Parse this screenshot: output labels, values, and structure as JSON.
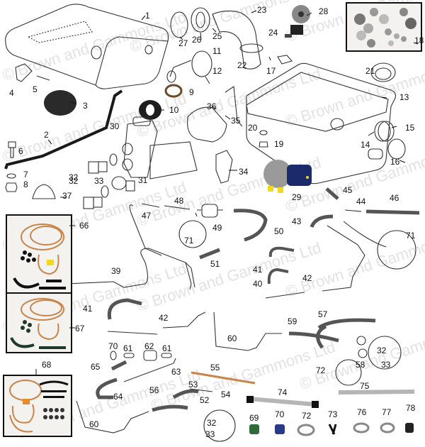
{
  "diagram": {
    "title": "Fuel tank, fuel pump and fuel lines exploded parts diagram",
    "watermark_text": "© Brown and Gammons Ltd",
    "colors": {
      "line_art": "#333333",
      "copper_pipe": "#c8844a",
      "pump_body_blue": "#1b2a6b",
      "pump_yellow": "#f2d91c",
      "hose_black": "#1a1a1a",
      "clip_green": "#2f6a3a",
      "clip_blue": "#2a3a8a",
      "watermark": "#969696"
    },
    "callouts": [
      {
        "id": "1",
        "part": "Fuel tank"
      },
      {
        "id": "2",
        "part": "Tank strap"
      },
      {
        "id": "3",
        "part": "Tank pad"
      },
      {
        "id": "4",
        "part": "Bracket"
      },
      {
        "id": "5",
        "part": "Pin"
      },
      {
        "id": "6",
        "part": "Bolt"
      },
      {
        "id": "7",
        "part": "Washer"
      },
      {
        "id": "8",
        "part": "Nut"
      },
      {
        "id": "9",
        "part": "Sealing ring"
      },
      {
        "id": "10",
        "part": "Locking ring"
      },
      {
        "id": "11",
        "part": "Tank sender unit"
      },
      {
        "id": "12",
        "part": "Screw"
      },
      {
        "id": "13",
        "part": "Fuel tank"
      },
      {
        "id": "14",
        "part": "Seal"
      },
      {
        "id": "15",
        "part": "Locking ring"
      },
      {
        "id": "16",
        "part": "Sender unit"
      },
      {
        "id": "17",
        "part": "Clip"
      },
      {
        "id": "18",
        "part": "Fixing kit"
      },
      {
        "id": "19",
        "part": "Drain plug"
      },
      {
        "id": "20",
        "part": "Washer"
      },
      {
        "id": "21",
        "part": "Grommet"
      },
      {
        "id": "22",
        "part": "Filler hose"
      },
      {
        "id": "23",
        "part": "Filler neck"
      },
      {
        "id": "24",
        "part": "Hose clip"
      },
      {
        "id": "25",
        "part": "Seal"
      },
      {
        "id": "26",
        "part": "Gasket"
      },
      {
        "id": "27",
        "part": "Filler cap"
      },
      {
        "id": "28",
        "part": "Locking filler cap"
      },
      {
        "id": "29",
        "part": "Electric fuel pump"
      },
      {
        "id": "30",
        "part": "Fuel pump"
      },
      {
        "id": "31",
        "part": "Elbow"
      },
      {
        "id": "32",
        "part": "Banjo bolt"
      },
      {
        "id": "33",
        "part": "Washer"
      },
      {
        "id": "34",
        "part": "Pump bracket"
      },
      {
        "id": "35",
        "part": "Pump clamp"
      },
      {
        "id": "36",
        "part": "Rubber sleeve"
      },
      {
        "id": "37",
        "part": "Grommet"
      },
      {
        "id": "39",
        "part": "Fuel pipe"
      },
      {
        "id": "40",
        "part": "Hose"
      },
      {
        "id": "41",
        "part": "Hose"
      },
      {
        "id": "42",
        "part": "Fuel pipe"
      },
      {
        "id": "43",
        "part": "Hose"
      },
      {
        "id": "44",
        "part": "T-piece"
      },
      {
        "id": "45",
        "part": "Hose"
      },
      {
        "id": "46",
        "part": "Hose"
      },
      {
        "id": "47",
        "part": "Fuel pipe"
      },
      {
        "id": "48",
        "part": "Hose"
      },
      {
        "id": "49",
        "part": "Fuel filter"
      },
      {
        "id": "50",
        "part": "Hose"
      },
      {
        "id": "51",
        "part": "Hose"
      },
      {
        "id": "52",
        "part": "Pipe"
      },
      {
        "id": "53",
        "part": "Union"
      },
      {
        "id": "54",
        "part": "Nut"
      },
      {
        "id": "55",
        "part": "Copper fuel pipe"
      },
      {
        "id": "56",
        "part": "Hose"
      },
      {
        "id": "57",
        "part": "Hose"
      },
      {
        "id": "58",
        "part": "Banjo"
      },
      {
        "id": "59",
        "part": "Hose"
      },
      {
        "id": "60",
        "part": "Fuel pipe"
      },
      {
        "id": "61",
        "part": "Hose"
      },
      {
        "id": "62",
        "part": "Fuel filter"
      },
      {
        "id": "63",
        "part": "Fuel pipe"
      },
      {
        "id": "64",
        "part": "Hose"
      },
      {
        "id": "65",
        "part": "Hose"
      },
      {
        "id": "66",
        "part": "Fuel line kit"
      },
      {
        "id": "67",
        "part": "Fuel line kit"
      },
      {
        "id": "68",
        "part": "Fuel line kit"
      },
      {
        "id": "69",
        "part": "Hose clip (green)"
      },
      {
        "id": "70",
        "part": "Hose clip (blue)"
      },
      {
        "id": "71",
        "part": "Hose clip"
      },
      {
        "id": "72",
        "part": "Hose clip"
      },
      {
        "id": "73",
        "part": "Clip"
      },
      {
        "id": "74",
        "part": "Braided hose"
      },
      {
        "id": "75",
        "part": "Braided hose"
      },
      {
        "id": "76",
        "part": "Hose clip"
      },
      {
        "id": "77",
        "part": "Hose clip"
      },
      {
        "id": "78",
        "part": "Cap"
      }
    ]
  }
}
